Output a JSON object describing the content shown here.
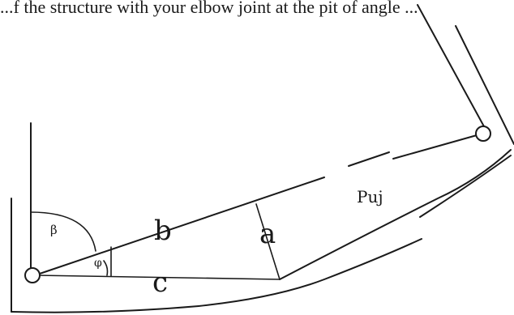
{
  "caption_fragment": "...f the structure with your elbow joint at the pit of angle ...",
  "labels": {
    "side_b": "b",
    "side_a": "a",
    "side_c": "c",
    "puj": "Puj",
    "beta": "β",
    "phi": "φ"
  },
  "colors": {
    "ink": "#1a1a1a",
    "background": "#ffffff"
  }
}
